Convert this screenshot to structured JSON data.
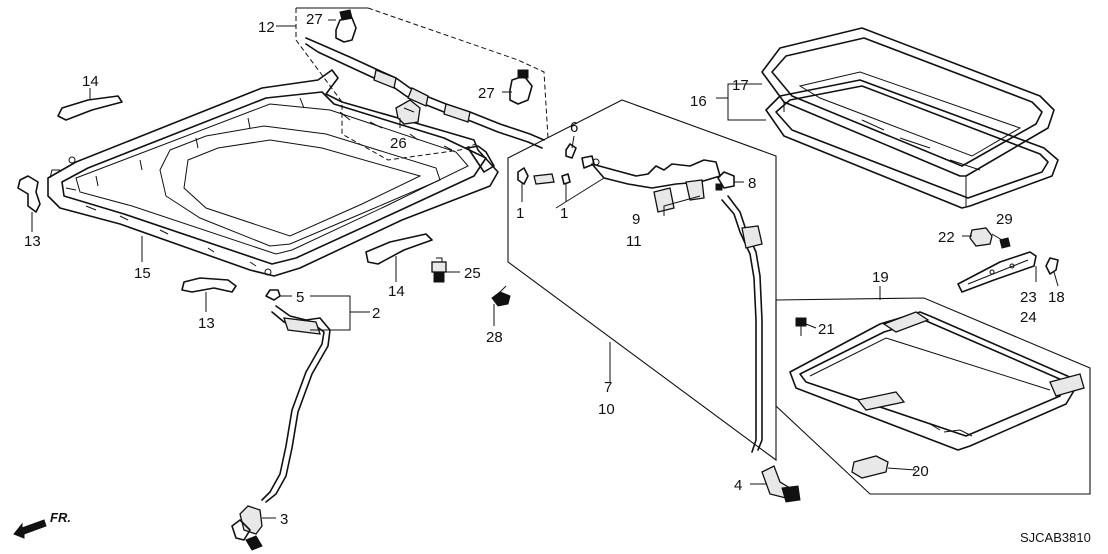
{
  "diagram_code": "SJCAB3810",
  "direction_label": "FR.",
  "callouts": {
    "c1a": "1",
    "c1b": "1",
    "c2": "2",
    "c3": "3",
    "c4": "4",
    "c5": "5",
    "c6": "6",
    "c7": "7",
    "c8": "8",
    "c9": "9",
    "c10": "10",
    "c11": "11",
    "c12": "12",
    "c13a": "13",
    "c13b": "13",
    "c14a": "14",
    "c14b": "14",
    "c15": "15",
    "c16": "16",
    "c17": "17",
    "c18": "18",
    "c19": "19",
    "c20": "20",
    "c21": "21",
    "c22": "22",
    "c23": "23",
    "c24": "24",
    "c25": "25",
    "c26": "26",
    "c27a": "27",
    "c27b": "27",
    "c28": "28",
    "c29": "29"
  }
}
